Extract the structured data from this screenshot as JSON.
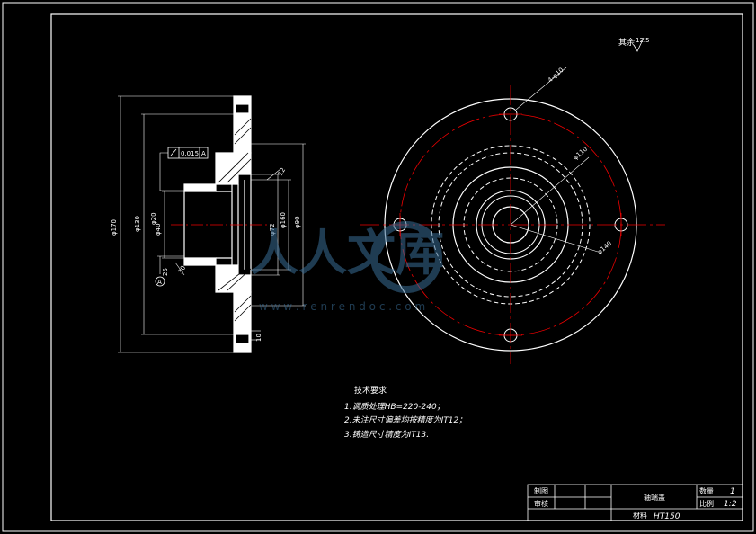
{
  "surface_note": "其余",
  "surface_value": "12.5",
  "tolerance": {
    "value": "0.015",
    "datum": "A"
  },
  "datum_label": "A",
  "dims_left": [
    "φ170",
    "φ130",
    "φ40",
    "φ20",
    "φ72",
    "φ160",
    "φ90",
    "12",
    "10",
    "30",
    "25"
  ],
  "dims_right": [
    "4-φ10",
    "φ110",
    "φ140"
  ],
  "tech_title": "技术要求",
  "tech_items": [
    "1.调质处理HB=220-240；",
    "2.未注尺寸偏差均按精度为IT12；",
    "3.铸造尺寸精度为IT13."
  ],
  "watermark": {
    "text": "人人文库",
    "url": "w w w . r e n r e n d o c . c o m"
  },
  "title_block": {
    "drawn_label": "制图",
    "check_label": "审核",
    "part_name": "轴端盖",
    "qty_label": "数量",
    "qty_value": "1",
    "scale_label": "比例",
    "scale_value": "1:2",
    "material_label": "材料",
    "material_value": "HT150"
  }
}
